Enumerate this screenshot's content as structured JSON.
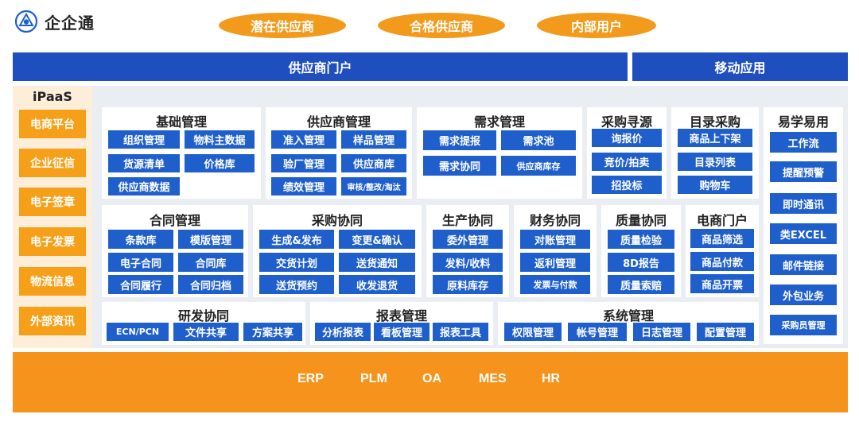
{
  "header": {
    "logo_text": "企企通",
    "pills": [
      "潜在供应商",
      "合格供应商",
      "内部用户"
    ]
  },
  "portals": {
    "supplier": "供应商门户",
    "mobile": "移动应用"
  },
  "ipaas": {
    "title": "iPaaS",
    "items": [
      "电商平台",
      "企业征信",
      "电子签章",
      "电子发票",
      "物流信息",
      "外部资讯"
    ]
  },
  "modules": {
    "basic": {
      "title": "基础管理",
      "items": [
        "组织管理",
        "物料主数据",
        "货源清单",
        "价格库",
        "供应商数据"
      ]
    },
    "supplier_mgmt": {
      "title": "供应商管理",
      "items": [
        "准入管理",
        "样品管理",
        "验厂管理",
        "供应商库",
        "绩效管理",
        "审核/整改/淘汰"
      ]
    },
    "demand": {
      "title": "需求管理",
      "items": [
        "需求提报",
        "需求池",
        "需求协同",
        "供应商库存"
      ]
    },
    "sourcing": {
      "title": "采购寻源",
      "items": [
        "询报价",
        "竞价/拍卖",
        "招投标"
      ]
    },
    "catalog": {
      "title": "目录采购",
      "items": [
        "商品上下架",
        "目录列表",
        "购物车"
      ]
    },
    "easy": {
      "title": "易学易用",
      "items": [
        "工作流",
        "提醒预警",
        "即时通讯",
        "类EXCEL",
        "邮件链接",
        "外包业务",
        "采购员管理"
      ]
    },
    "contract": {
      "title": "合同管理",
      "items": [
        "条款库",
        "模版管理",
        "电子合同",
        "合同库",
        "合同履行",
        "合同归档"
      ]
    },
    "procure": {
      "title": "采购协同",
      "items": [
        "生成&发布",
        "变更&确认",
        "交货计划",
        "送货通知",
        "送货预约",
        "收发退货"
      ]
    },
    "production": {
      "title": "生产协同",
      "items": [
        "委外管理",
        "发料/收料",
        "原料库存"
      ]
    },
    "finance": {
      "title": "财务协同",
      "items": [
        "对账管理",
        "返利管理",
        "发票与付款"
      ]
    },
    "quality": {
      "title": "质量协同",
      "items": [
        "质量检验",
        "8D报告",
        "质量索赔"
      ]
    },
    "ecom": {
      "title": "电商门户",
      "items": [
        "商品筛选",
        "商品付款",
        "商品开票"
      ]
    },
    "rnd": {
      "title": "研发协同",
      "items": [
        "ECN/PCN",
        "文件共享",
        "方案共享"
      ]
    },
    "report": {
      "title": "报表管理",
      "items": [
        "分析报表",
        "看板管理",
        "报表工具"
      ]
    },
    "system": {
      "title": "系统管理",
      "items": [
        "权限管理",
        "帐号管理",
        "日志管理",
        "配置管理"
      ]
    }
  },
  "bottom": {
    "items": [
      "ERP",
      "PLM",
      "OA",
      "MES",
      "HR"
    ]
  },
  "colors": {
    "blue": "#1f5fcc",
    "dark_blue": "#1f4fbf",
    "orange": "#f6931d",
    "ipaas_bg": "#fdeeda"
  }
}
